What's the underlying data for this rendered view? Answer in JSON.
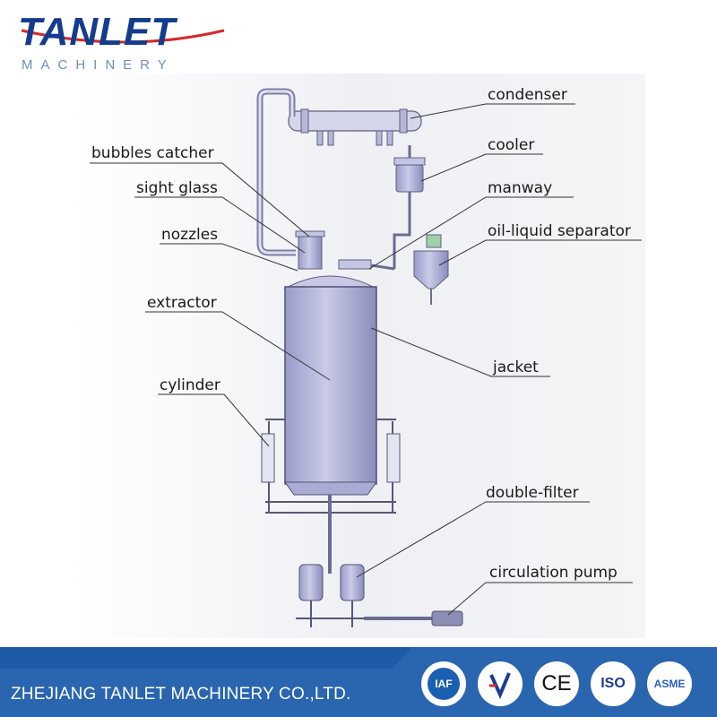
{
  "brand": {
    "logo_text": "TANLET",
    "subtitle": "MACHINERY",
    "accent_blue": "#1b3d8f",
    "accent_red": "#d32a2a"
  },
  "labels": {
    "condenser": "condenser",
    "cooler": "cooler",
    "manway": "manway",
    "oil_liquid_separator": "oil-liquid separator",
    "bubbles_catcher": "bubbles catcher",
    "sight_glass": "sight glass",
    "nozzles": "nozzles",
    "extractor": "extractor",
    "jacket": "jacket",
    "cylinder": "cylinder",
    "double_filter": "double-filter",
    "circulation_pump": "circulation pump"
  },
  "footer": {
    "company": "ZHEJIANG TANLET MACHINERY CO.,LTD.",
    "background": "#1f5aa6",
    "certifications": [
      {
        "icon": "iaf-icon",
        "label": "IAF"
      },
      {
        "icon": "cnas-icon",
        "label": ""
      },
      {
        "icon": "ce-icon",
        "label": "CE"
      },
      {
        "icon": "iso-icon",
        "label": "ISO"
      },
      {
        "icon": "asme-icon",
        "label": "ASME"
      }
    ]
  }
}
